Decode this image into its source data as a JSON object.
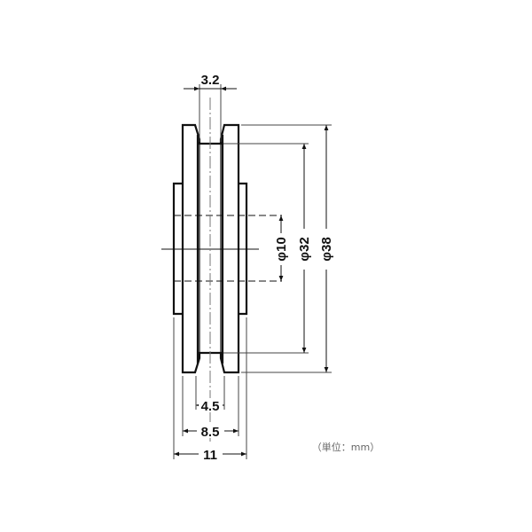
{
  "drawing": {
    "dimensions": {
      "groove_top_width": "3.2",
      "bore_diameter": "φ10",
      "groove_diameter": "φ32",
      "outer_diameter": "φ38",
      "groove_bottom_width": "4.5",
      "flange_width": "8.5",
      "total_width": "11"
    },
    "unit_note": "（単位：mm）"
  },
  "colors": {
    "line": "#111111",
    "dim_line": "#444444"
  }
}
